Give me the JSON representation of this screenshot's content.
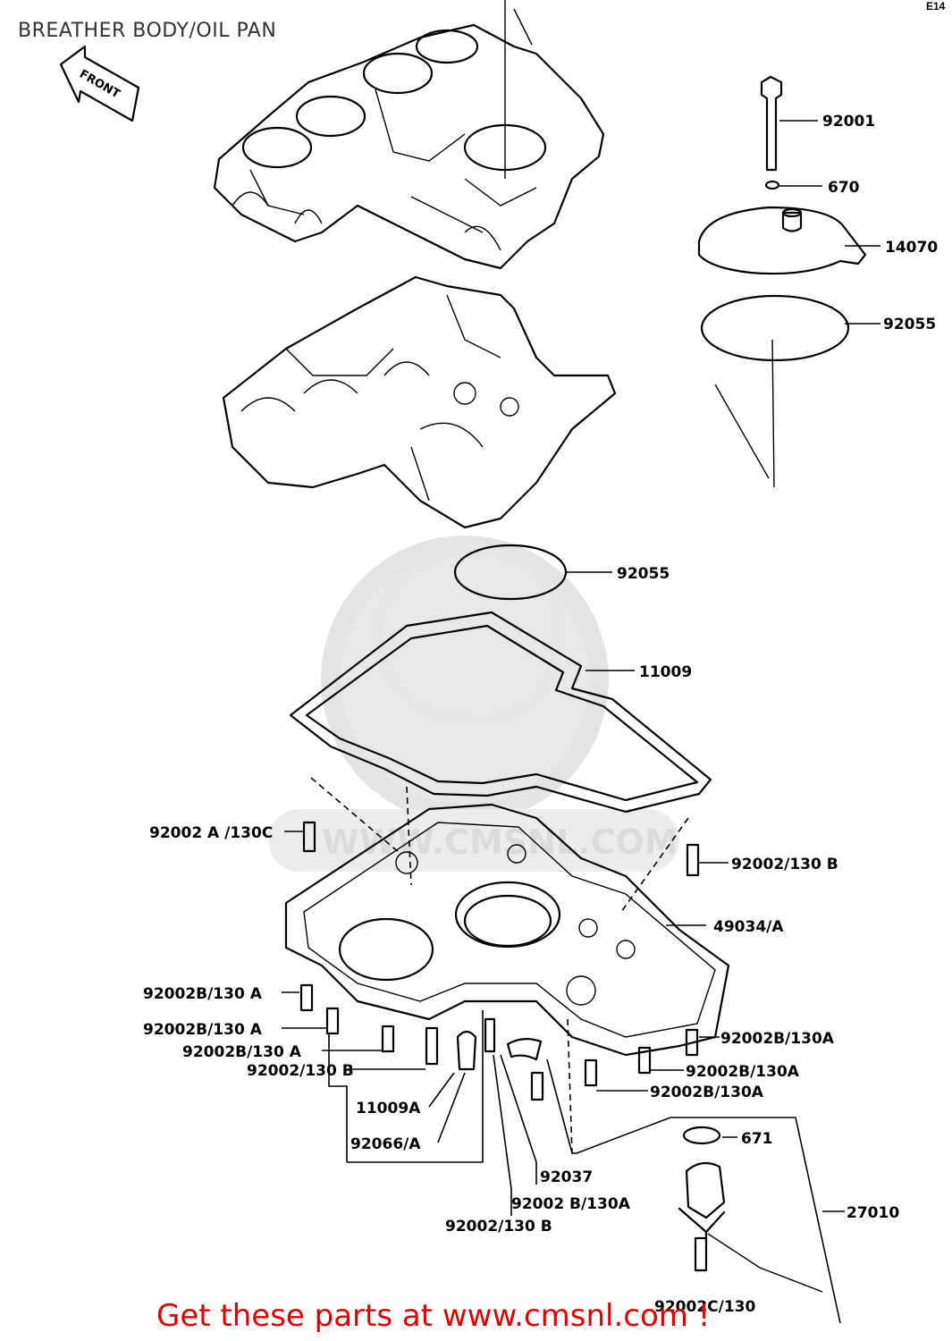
{
  "page": {
    "title": "BREATHER BODY/OIL PAN",
    "page_id": "E14",
    "promo": "Get these parts at www.cmsnl.com !"
  },
  "front_marker": "FRONT",
  "watermark": {
    "text": "WWW.CMSNL.COM",
    "logo": "cms-logo"
  },
  "parts": {
    "p92001": "92001",
    "p670": "670",
    "p14070": "14070",
    "p92055_top": "92055",
    "p92055_mid": "92055",
    "p11009": "11009",
    "p92002A_130C": "92002 A /130C",
    "p92002_130B_right": "92002/130 B",
    "p49034A": "49034/A",
    "p92002B_130A_1": "92002B/130 A",
    "p92002B_130A_2": "92002B/130 A",
    "p92002B_130A_3": "92002B/130 A",
    "p92002_130B_left": "92002/130 B",
    "p11009A": "11009A",
    "p92066A": "92066/A",
    "p92002B_130A_r1": "92002B/130A",
    "p92002B_130A_r2": "92002B/130A",
    "p92002B_130A_r3": "92002B/130A",
    "p671": "671",
    "p27010": "27010",
    "p92037": "92037",
    "p92002B_130A_bot": "92002 B/130A",
    "p92002_130B_bot": "92002/130 B",
    "p92002C_130": "92002C/130"
  }
}
